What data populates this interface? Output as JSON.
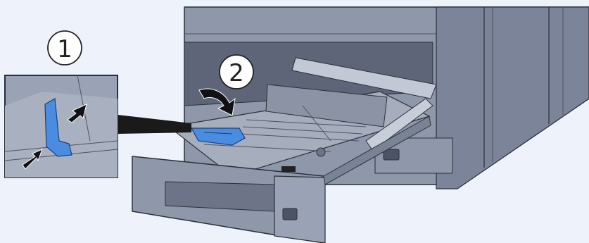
{
  "steps": {
    "step1_label": "1",
    "step2_label": "2"
  },
  "colors": {
    "background": "#eef2fb",
    "printer_body": "#8f97ab",
    "printer_body_dark": "#6d7487",
    "printer_body_light": "#b8bfcf",
    "tray_interior": "#a6adbd",
    "blue_lever": "#4a8de0",
    "pointer": "#1a1a1a",
    "outline": "#2b2f38"
  },
  "icons": {
    "step1": "circled-number-1",
    "step2": "circled-number-2",
    "guide_lever": "blue-width-guide-lever",
    "arrow": "push-arrow"
  }
}
